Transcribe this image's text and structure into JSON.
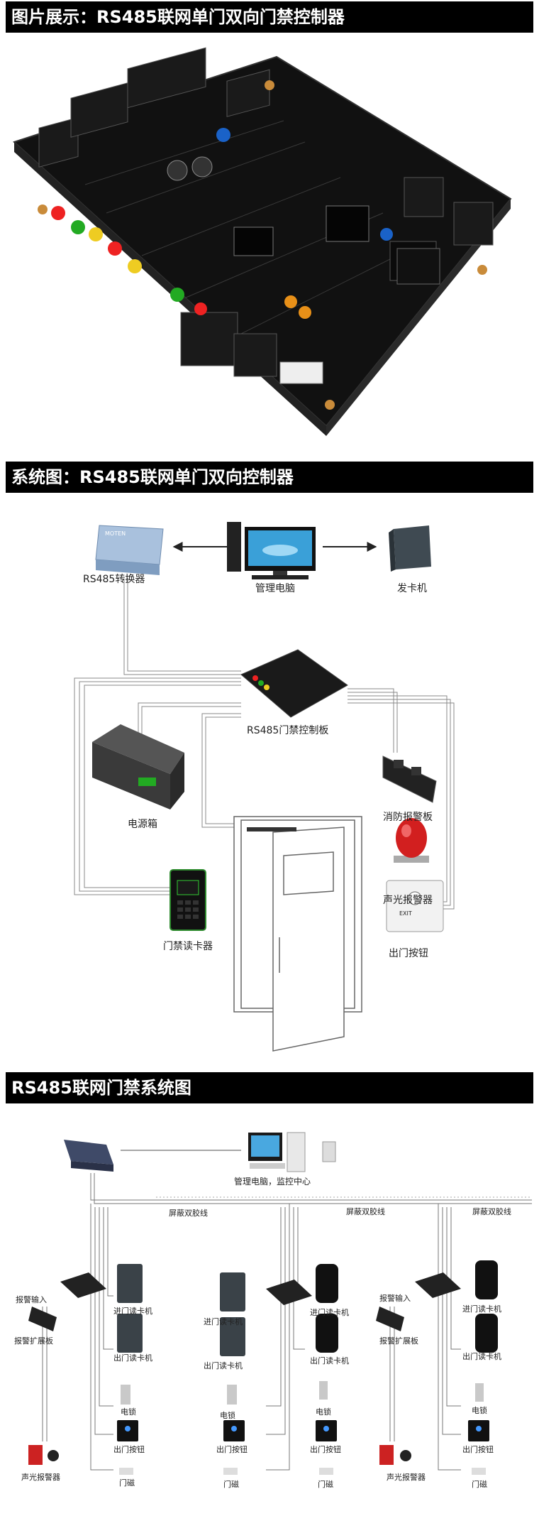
{
  "sections": {
    "s1": {
      "title": "图片展示：RS485联网单门双向门禁控制器"
    },
    "s2": {
      "title": "系统图：RS485联网单门双向控制器"
    },
    "s3": {
      "title": "RS485联网门禁系统图"
    }
  },
  "system": {
    "converter": "RS485转换器",
    "pc": "管理电脑",
    "issuer": "发卡机",
    "board": "RS485门禁控制板",
    "power": "电源箱",
    "fire_panel": "消防报警板",
    "alarm": "声光报警器",
    "reader": "门禁读卡器",
    "exit_button": "出门按钮",
    "converter_brand": "MOTEN",
    "exit_plate": "EXIT"
  },
  "network": {
    "pc": "管理电脑，监控中心",
    "cable": "屏蔽双胶线",
    "in_reader": "进门读卡机",
    "out_reader": "出门读卡机",
    "lock": "电锁",
    "exit_button": "出门按钮",
    "door_contact": "门磁",
    "alarm_input": "报警输入",
    "alarm_ext": "报警扩展板",
    "siren": "声光报警器"
  }
}
